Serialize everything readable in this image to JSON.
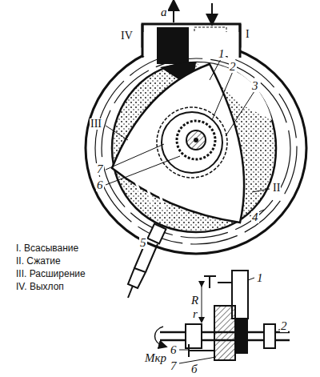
{
  "diagram": {
    "labels": [
      "а",
      "IV",
      "I",
      "1",
      "2",
      "3",
      "III",
      "7",
      "6",
      "II",
      "4",
      "5",
      "I. Всасывание",
      "II. Сжатие",
      "III. Расширение",
      "IV. Выхлоп",
      "1",
      "R",
      "r",
      "2",
      "Mкр",
      "6",
      "7",
      "б"
    ]
  }
}
